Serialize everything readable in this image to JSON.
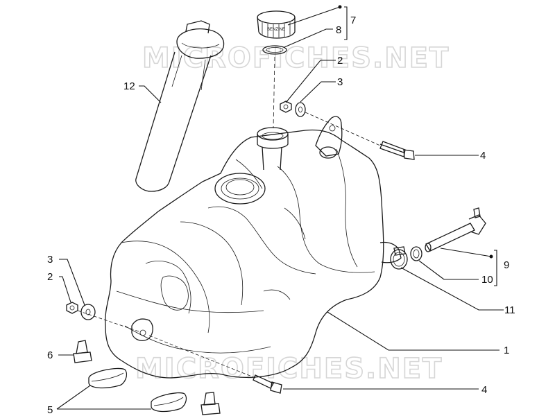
{
  "watermark": "MICROFICHES.NET",
  "labels": {
    "part_1": "1",
    "part_2_top": "2",
    "part_2_left": "2",
    "part_3_top": "3",
    "part_3_left": "3",
    "part_4_top": "4",
    "part_4_bottom": "4",
    "part_5": "5",
    "part_6": "6",
    "part_7": "7",
    "part_8": "8",
    "part_9": "9",
    "part_10": "10",
    "part_11": "11",
    "part_12": "12"
  },
  "cap_text": "BENZINE"
}
